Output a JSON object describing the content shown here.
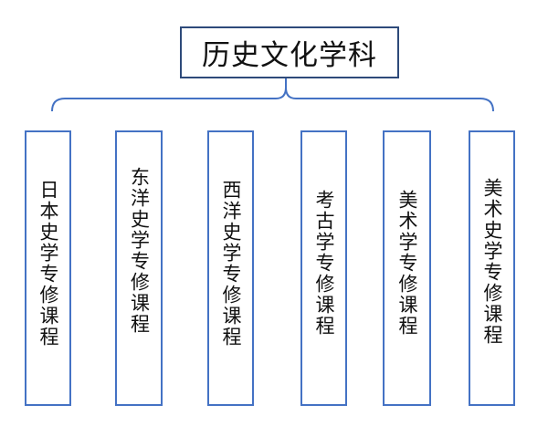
{
  "diagram": {
    "title": "历史文化学科",
    "colors": {
      "border": "#4472c4",
      "title_border": "#2e4a7a",
      "text": "#111111"
    },
    "branches": [
      {
        "label": "日本史学专修课程"
      },
      {
        "label": "东洋史学专修课程"
      },
      {
        "label": "西洋史学专修课程"
      },
      {
        "label": "考古学专修课程"
      },
      {
        "label": "美术学专修课程"
      },
      {
        "label": "美术史学专修课程"
      }
    ]
  }
}
